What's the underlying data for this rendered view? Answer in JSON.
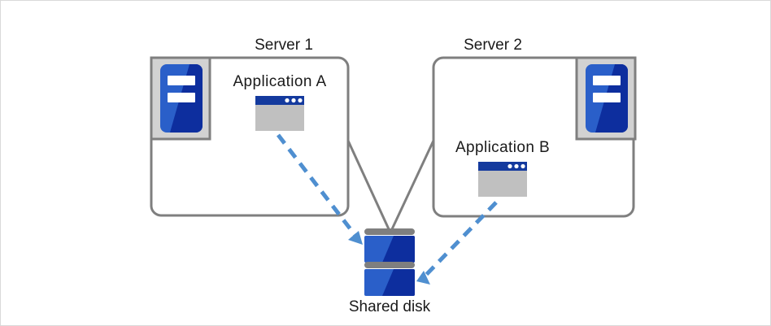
{
  "diagram": {
    "title_server1": "Server 1",
    "title_server2": "Server 2",
    "app_a_label": "Application  A",
    "app_b_label": "Application  B",
    "shared_disk_label": "Shared disk",
    "icons": {
      "server_icon_1": "server-icon",
      "server_icon_2": "server-icon",
      "app_window_a": "application-window-icon",
      "app_window_b": "application-window-icon",
      "shared_disk": "disk-stack-icon",
      "arrow_a": "dashed-arrow-icon",
      "arrow_b": "dashed-arrow-icon"
    },
    "colors": {
      "box_border": "#7f7f7f",
      "connector": "#7f7f7f",
      "arrow_blue": "#4f8fd0",
      "icon_blue_light": "#2a5fc9",
      "icon_blue_dark": "#0d2e9e",
      "icon_frame_gray": "#d2d2d2",
      "icon_frame_border": "#7f7f7f",
      "window_titlebar": "#143a9e",
      "window_body": "#c0c0c0",
      "disk_bar_gray": "#7f7f7f",
      "text": "#1a1a1a",
      "canvas_border": "#d9d9d9",
      "background": "#ffffff"
    }
  }
}
